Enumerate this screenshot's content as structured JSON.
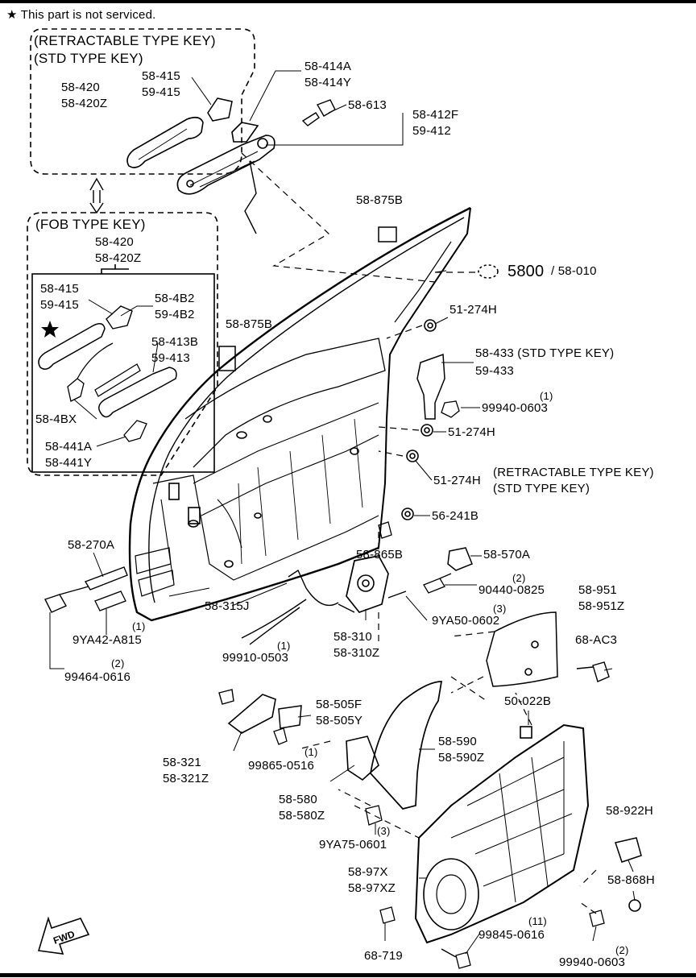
{
  "header": {
    "note": "★ This part is not serviced."
  },
  "groups": {
    "retractable_title": "(RETRACTABLE TYPE KEY)",
    "std_title": "(STD TYPE KEY)",
    "fob_title": "(FOB TYPE KEY)",
    "star_mark": "★"
  },
  "labels": {
    "p58_420_a": "58-420",
    "p58_420z_a": "58-420Z",
    "p58_415_a": "58-415",
    "p59_415_a": "59-415",
    "p58_414a": "58-414A",
    "p58_414y": "58-414Y",
    "p58_613": "58-613",
    "p58_412f": "58-412F",
    "p59_412": "59-412",
    "p58_875b_a": "58-875B",
    "p5800": "5800",
    "p58_010": "/ 58-010",
    "p51_274h_a": "51-274H",
    "p58_875b_b": "58-875B",
    "p58_433": "58-433 (STD TYPE KEY)",
    "p59_433": "59-433",
    "p99940_0603_a": "99940-0603",
    "q1_a": "(1)",
    "p51_274h_b": "51-274H",
    "p51_274h_c": "51-274H",
    "retract_note": "(RETRACTABLE TYPE KEY)",
    "std_note": "(STD TYPE KEY)",
    "p56_241b": "56-241B",
    "p58_865b": "58-865B",
    "p58_570a": "58-570A",
    "p90440_0825": "90440-0825",
    "q2_a": "(2)",
    "p58_951": "58-951",
    "p58_951z": "58-951Z",
    "p9ya50_0602": "9YA50-0602",
    "q3_a": "(3)",
    "p68_ac3": "68-AC3",
    "p58_270a": "58-270A",
    "p58_315j": "58-315J",
    "p58_310": "58-310",
    "p58_310z": "58-310Z",
    "p9ya42_a815": "9YA42-A815",
    "q1_b": "(1)",
    "p99464_0616": "99464-0616",
    "q2_b": "(2)",
    "p99910_0503": "99910-0503",
    "q1_c": "(1)",
    "p50_022b": "50-022B",
    "p58_505f": "58-505F",
    "p58_505y": "58-505Y",
    "p99865_0516": "99865-0516",
    "q1_d": "(1)",
    "p58_321": "58-321",
    "p58_321z": "58-321Z",
    "p58_590": "58-590",
    "p58_590z": "58-590Z",
    "p58_580": "58-580",
    "p58_580z": "58-580Z",
    "p9ya75_0601": "9YA75-0601",
    "q3_b": "(3)",
    "p58_922h": "58-922H",
    "p58_868h": "58-868H",
    "p58_97x": "58-97X",
    "p58_97xz": "58-97XZ",
    "p68_719": "68-719",
    "p99845_0616": "99845-0616",
    "q11": "(11)",
    "p99940_0603_b": "99940-0603",
    "q2_c": "(2)",
    "fob_58_420": "58-420",
    "fob_58_420z": "58-420Z",
    "fob_58_415": "58-415",
    "fob_59_415": "59-415",
    "fob_58_4b2": "58-4B2",
    "fob_59_4b2": "59-4B2",
    "fob_58_413b": "58-413B",
    "fob_59_413": "59-413",
    "fob_58_4bx": "58-4BX",
    "fob_58_441a": "58-441A",
    "fob_58_441y": "58-441Y",
    "fwd": "FWD"
  }
}
